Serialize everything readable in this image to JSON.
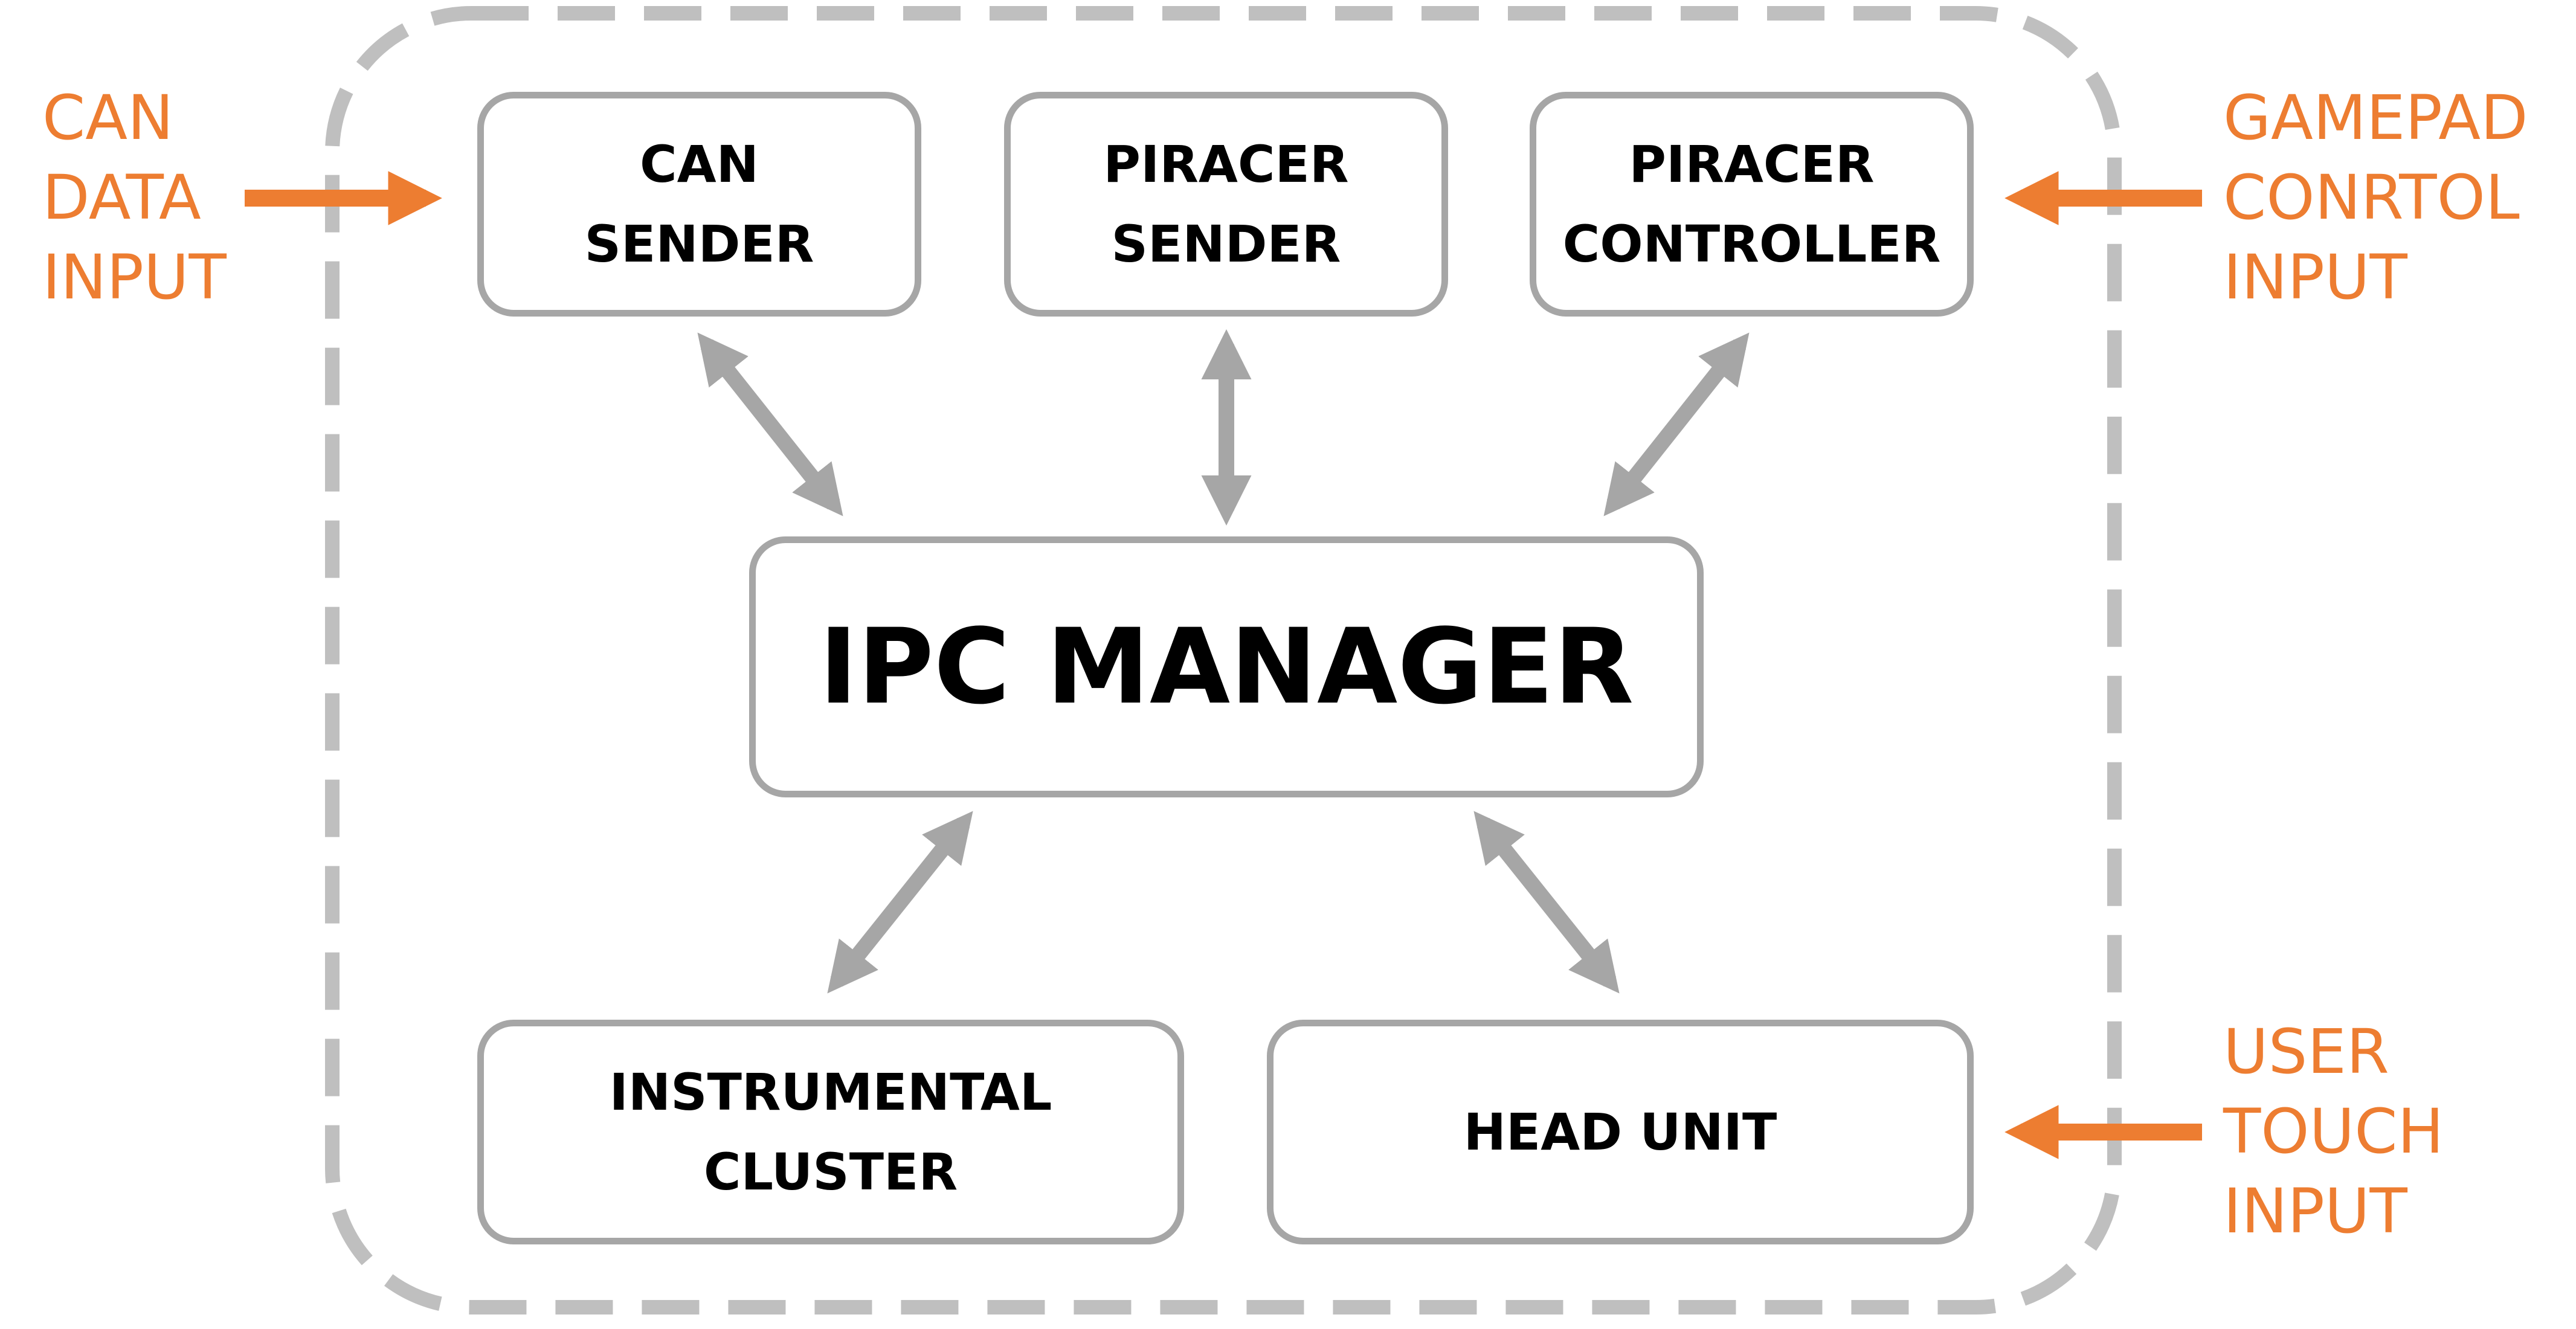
{
  "nodes": {
    "can_sender": [
      "CAN",
      "SENDER"
    ],
    "piracer_sender": [
      "PIRACER",
      "SENDER"
    ],
    "piracer_controller": [
      "PIRACER",
      "CONTROLLER"
    ],
    "ipc_manager": [
      "IPC MANAGER"
    ],
    "instrumental_cluster": [
      "INSTRUMENTAL",
      "CLUSTER"
    ],
    "head_unit": [
      "HEAD UNIT"
    ]
  },
  "inputs": {
    "can_data": [
      "CAN",
      "DATA",
      "INPUT"
    ],
    "gamepad_control": [
      "GAMEPAD",
      "CONRTOL",
      "INPUT"
    ],
    "user_touch": [
      "USER",
      "TOUCH",
      "INPUT"
    ]
  },
  "colors": {
    "accent": "#ed7d31",
    "border": "#a6a6a6",
    "text": "#000000"
  }
}
